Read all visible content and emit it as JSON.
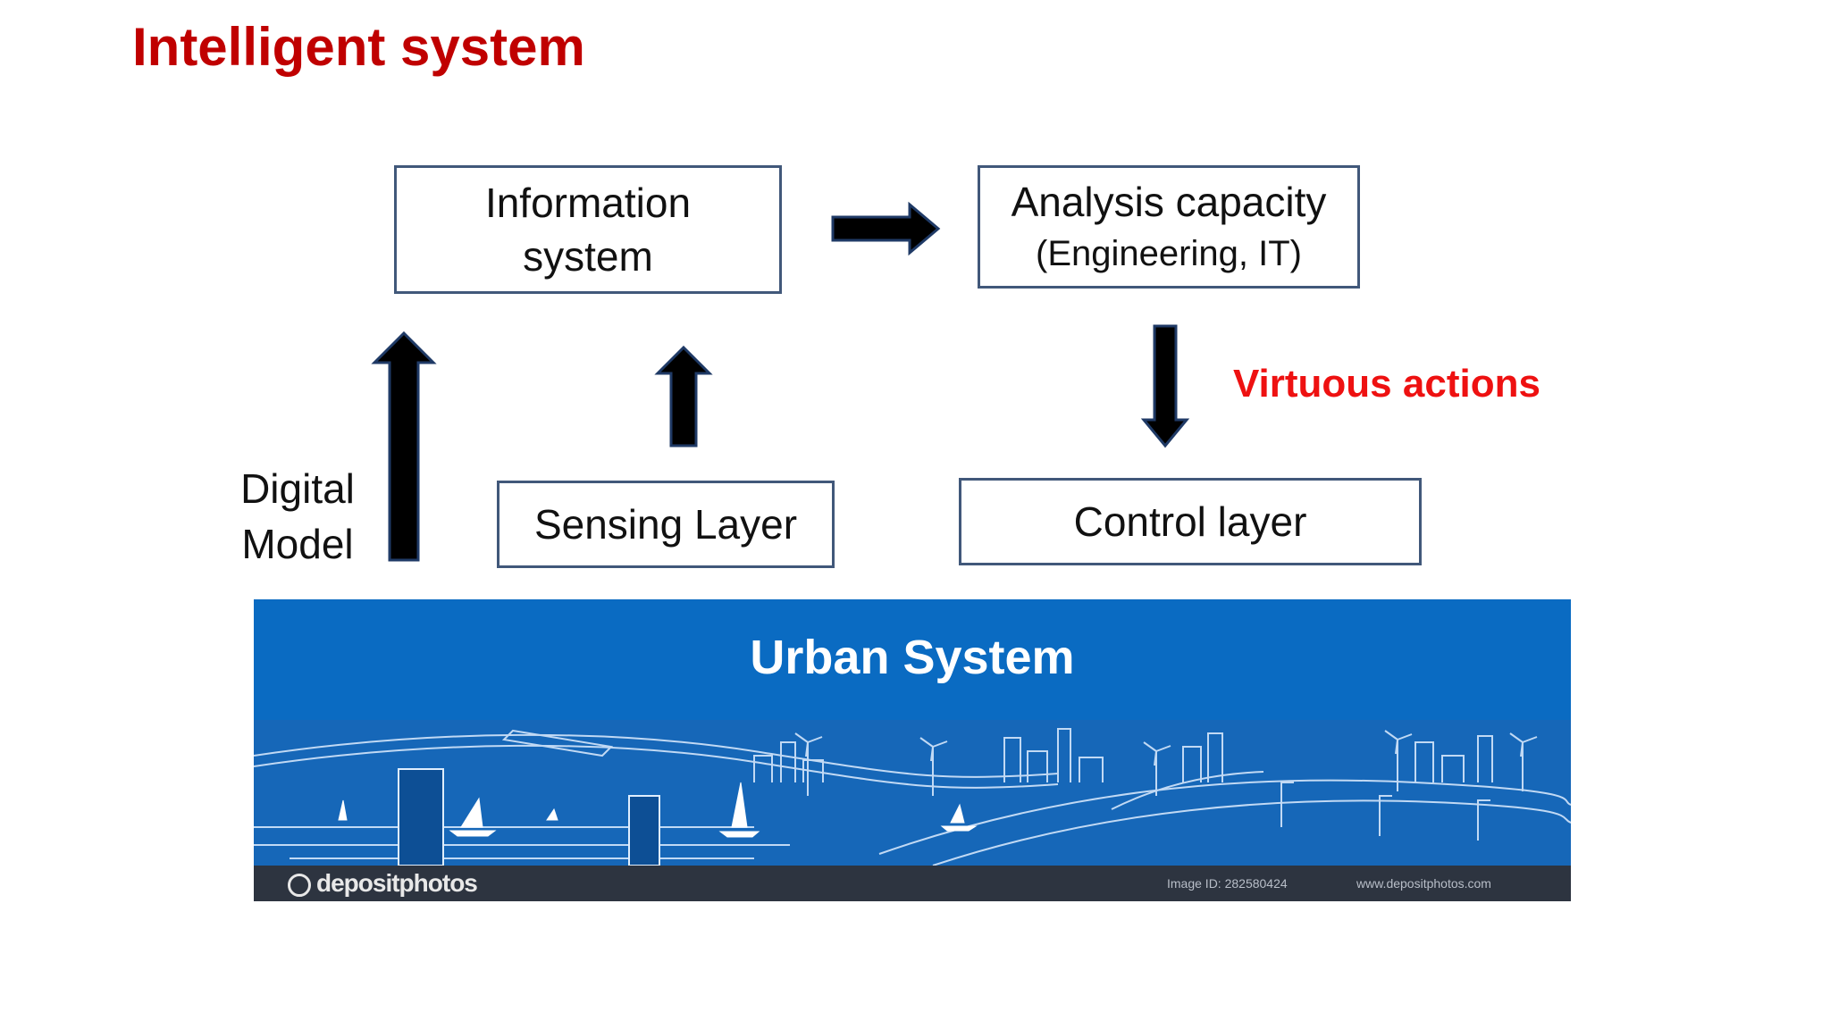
{
  "slide": {
    "title": "Intelligent system"
  },
  "diagram": {
    "information_box": {
      "line1": "Information",
      "line2": "system"
    },
    "analysis_box": {
      "line1": "Analysis capacity",
      "line2": "(Engineering,  IT)"
    },
    "sensing_box": {
      "label": "Sensing Layer"
    },
    "control_box": {
      "label": "Control  layer"
    },
    "digital_model": {
      "line1": "Digital",
      "line2": "Model"
    },
    "virtuous_actions": "Virtuous actions",
    "urban": {
      "title": "Urban System",
      "watermark_logo": "depositphotos",
      "watermark_id": "Image ID: 282580424",
      "watermark_url": "www.depositphotos.com"
    }
  },
  "colors": {
    "title": "#c00000",
    "box_border": "#41587a",
    "arrow_fill": "#000000",
    "arrow_stroke": "#1f3a66",
    "virtuous": "#ee1111",
    "urban_bg": "#0a6bc2"
  }
}
